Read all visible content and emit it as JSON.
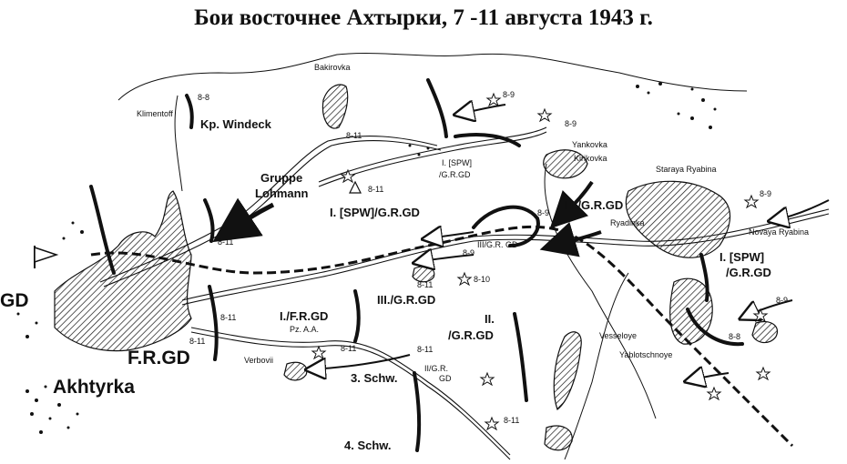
{
  "title": "Бои  восточнее Ахтырки, 7 -11 августа 1943 г.",
  "places": {
    "bakirovka": "Bakirovka",
    "klimentoff": "Klimentoff",
    "yankovka": "Yankovka",
    "kirikovka": "Kirikovka",
    "staraya_ryabina": "Staraya Ryabina",
    "ryadinka": "Ryadinka",
    "novaya_ryabina": "Novaya Ryabina",
    "vesseloye": "Vesseloye",
    "yablotschnoye": "Yablotschnoye",
    "verbovii": "Verbovii",
    "akhtyrka": "Akhtyrka"
  },
  "units": {
    "kp_windeck": "Kp. Windeck",
    "gruppe": "Gruppe",
    "lohmann": "Lohmann",
    "spw_grgd_main": "I. [SPW]/G.R.GD",
    "spw_small_1": "I. [SPW]",
    "spw_small_2": "/G.R.GD",
    "iii_grgd_small": "III/G.R. GD",
    "iii_grgd_ne": "III./G.R.GD",
    "spw_east_1": "I. [SPW]",
    "spw_east_2": "/G.R.GD",
    "gd": "GD",
    "frgd": "F.R.GD",
    "i_frgd": "I./F.R.GD",
    "pz_aa": "Pz. A.A.",
    "iii_grgd_center": "III./G.R.GD",
    "ii_grgd_1": "II.",
    "ii_grgd_2": "/G.R.GD",
    "ii_grgd_small_1": "II/G.R.",
    "ii_grgd_small_2": "GD",
    "schw3": "3. Schw.",
    "schw4": "4. Schw."
  },
  "dates": {
    "d1": "8-8",
    "d2": "8-11",
    "d3": "8-9",
    "d4": "8-11",
    "d5": "8-9",
    "d6": "8-11",
    "d7": "8-9",
    "d8": "8-9",
    "d9": "8-11",
    "d10": "8-9",
    "d11": "8-10",
    "d12": "8-11",
    "d13": "8-11",
    "d14": "8-11",
    "d15": "8-11",
    "d16": "8-11",
    "d17": "8-9",
    "d18": "8-8"
  },
  "colors": {
    "ink": "#111111",
    "paper": "#ffffff"
  }
}
